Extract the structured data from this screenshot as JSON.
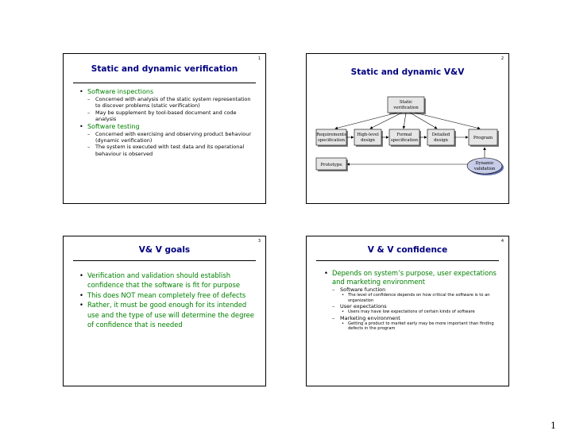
{
  "page_number": "1",
  "slides": [
    {
      "number": "1",
      "title": "Static and dynamic verification",
      "items": [
        {
          "level": 1,
          "text": "Software inspections"
        },
        {
          "level": 2,
          "text": "Concerned with analysis of the static system representation to discover problems  (static verification)"
        },
        {
          "level": 2,
          "text": "May be supplement by tool-based document and code analysis"
        },
        {
          "level": 1,
          "text": "Software testing"
        },
        {
          "level": 2,
          "text": "Concerned with exercising and observing product behaviour (dynamic verification)"
        },
        {
          "level": 2,
          "text": "The system is executed with test data and its operational behaviour is observed"
        }
      ]
    },
    {
      "number": "2",
      "title": "Static and dynamic V&V",
      "diagram": {
        "static_label_1": "Static",
        "static_label_2": "verification",
        "boxes": [
          [
            "Requirements",
            "specification"
          ],
          [
            "High-level",
            "design"
          ],
          [
            "Formal",
            "specification"
          ],
          [
            "Detailed",
            "design"
          ],
          [
            "Program"
          ]
        ],
        "prototype_label": "Prototype",
        "dynamic_label_1": "Dynamic",
        "dynamic_label_2": "validation"
      }
    },
    {
      "number": "3",
      "title": "V& V goals",
      "items": [
        {
          "level": 1,
          "text": "Verification and validation should establish confidence that the software is fit for purpose"
        },
        {
          "level": 1,
          "text": "This does NOT mean completely free of defects"
        },
        {
          "level": 1,
          "text": "Rather, it must be good enough for its intended use and the type of use will determine the degree of confidence that is needed"
        }
      ]
    },
    {
      "number": "4",
      "title": "V & V confidence",
      "items": [
        {
          "level": 1,
          "text": "Depends on system’s purpose, user expectations and marketing environment"
        },
        {
          "level": 2,
          "text": "Software function"
        },
        {
          "level": 3,
          "text": "The level of confidence depends on how critical the software is to an organization"
        },
        {
          "level": 2,
          "text": "User expectations"
        },
        {
          "level": 3,
          "text": "Users may have low expectations of certain kinds of software"
        },
        {
          "level": 2,
          "text": "Marketing environment"
        },
        {
          "level": 3,
          "text": "Getting a product to market early may be more important than finding defects in the program"
        }
      ]
    }
  ]
}
